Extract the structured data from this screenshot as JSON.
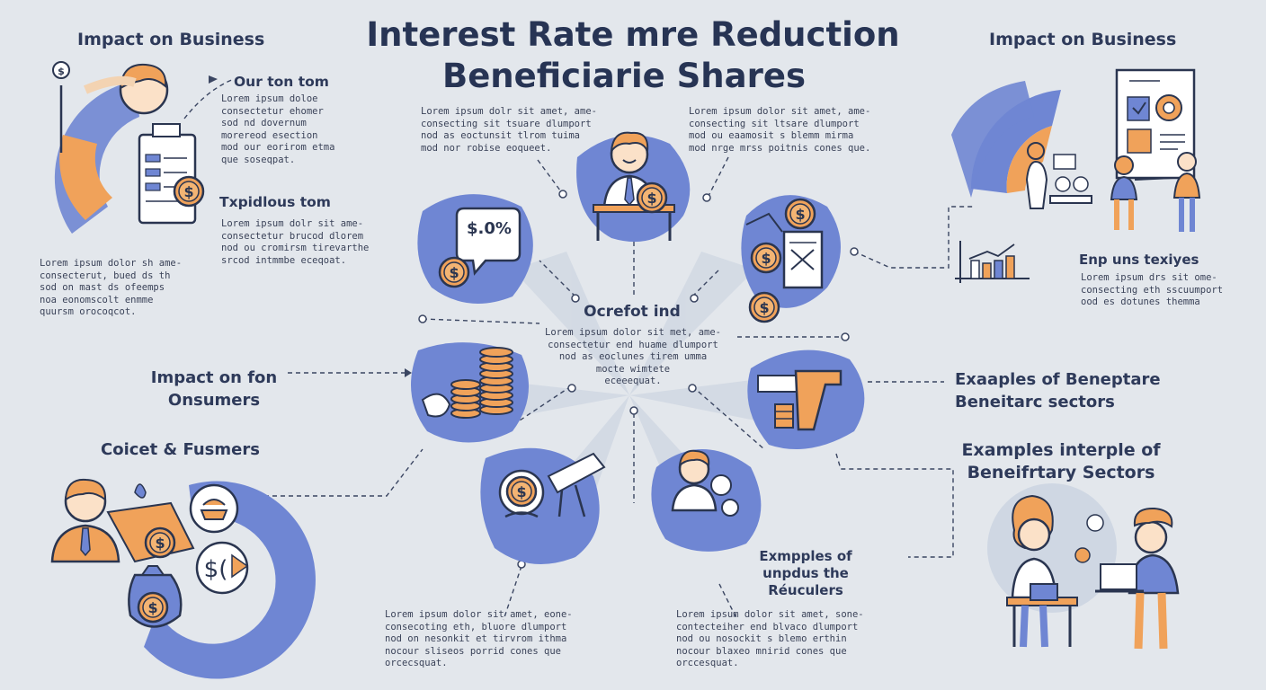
{
  "title_line1": "Interest Rate mre Reduction",
  "title_line2": "Beneficiarie Shares",
  "left": {
    "heading": "Impact on Business",
    "sub1_heading": "Our ton tom",
    "sub1_body": "Lorem ipsum doloe\nconsectetur ehomer\nsod nd dovernum\nmorereod esection\nmod our eorirom etma\nque soseqpat.",
    "sub2_heading": "Txpidlous tom",
    "sub2_body": "Lorem ipsum dolr sit ame-\nconsectetur brucod dlorem\nnod ou cromirsm tirevarthe\nsrcod intmmbe eceqoat.",
    "para_body": "Lorem ipsum dolor sh ame-\nconsecterut, bued ds th\nsod on mast ds ofeemps\nnoa eonomscolt enmme\nquursm orocoqcot."
  },
  "consumers": {
    "heading": "Impact on fon\nOnsumers",
    "sub_heading": "Coicet & Fusmers"
  },
  "right": {
    "heading": "Impact on Business",
    "sub_heading": "Enp uns texiyes",
    "sub_body": "Lorem ipsum drs sit ome-\nconsecting eth sscuumport\nood es dotunes themma",
    "sectors1": "Exaaples of Beneptare\nBeneitarc sectors",
    "sectors2": "Examples interple of\nBeneifrtary Sectors"
  },
  "center": {
    "heading": "Ocrefot ind",
    "body": "Lorem ipsum dolor sit met, ame-\nconsectetur end huame dlumport\nnod as eoclunes tirem umma\nmocte wimtete\neceeequat.",
    "rate_label": "$.0%",
    "top_left_body": "Lorem ipsum dolr sit amet, ame-\nconsecting sit tsuare dlumport\nnod as eoctunsit tlrom tuima\nmod nor robise eoqueet.",
    "top_right_body": "Lorem ipsum dolor sit amet, ame-\nconsecting sit ltsare dlumport\nmod ou eaamosit s blemm mirma\nmod nrge mrss poitnis cones que.",
    "bottom_left_body": "Lorem ipsum dolor sit amet, eone-\nconsecoting eth, bluore dlumport\nnod on nesonkit et tirvrom ithma\nnocour sliseos porrid cones que\norcecsquat.",
    "bottom_right_body": "Lorem ipsum dolor sit amet, sone-\ncontecteiher end blvaco dlumport\nnod ou nosockit s blemo erthin\nnocour blaxeo mnirid cones que\norccesquat.",
    "examples_label": "Exmpples of\nunpdus the\nRéuculers"
  },
  "colors": {
    "background": "#e3e7ec",
    "blob_blue": "#6f86d3",
    "accent_orange": "#f0a25a",
    "text_navy": "#273454"
  },
  "icons": [
    "dollar-icon",
    "coin-stack-icon",
    "person-icon",
    "chart-icon",
    "money-bag-icon",
    "document-icon",
    "laptop-icon",
    "gear-icon",
    "speech-bubble-icon"
  ]
}
